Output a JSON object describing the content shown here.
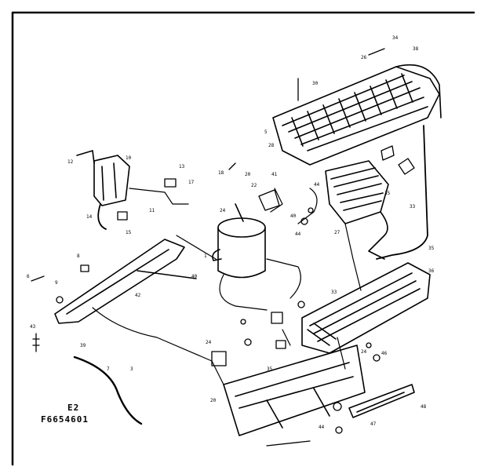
{
  "caption": {
    "figure_number": "E2",
    "part_number": "F6654601"
  },
  "callouts": [
    "34",
    "26",
    "38",
    "30",
    "5",
    "28",
    "12",
    "14",
    "15",
    "11",
    "17",
    "13",
    "10",
    "18",
    "20",
    "22",
    "24",
    "41",
    "44",
    "40",
    "44",
    "27",
    "35",
    "33",
    "36",
    "35",
    "1",
    "40",
    "8",
    "6",
    "9",
    "42",
    "33",
    "43",
    "39",
    "7",
    "3",
    "24",
    "35",
    "20",
    "46",
    "24",
    "48",
    "44",
    "47"
  ]
}
